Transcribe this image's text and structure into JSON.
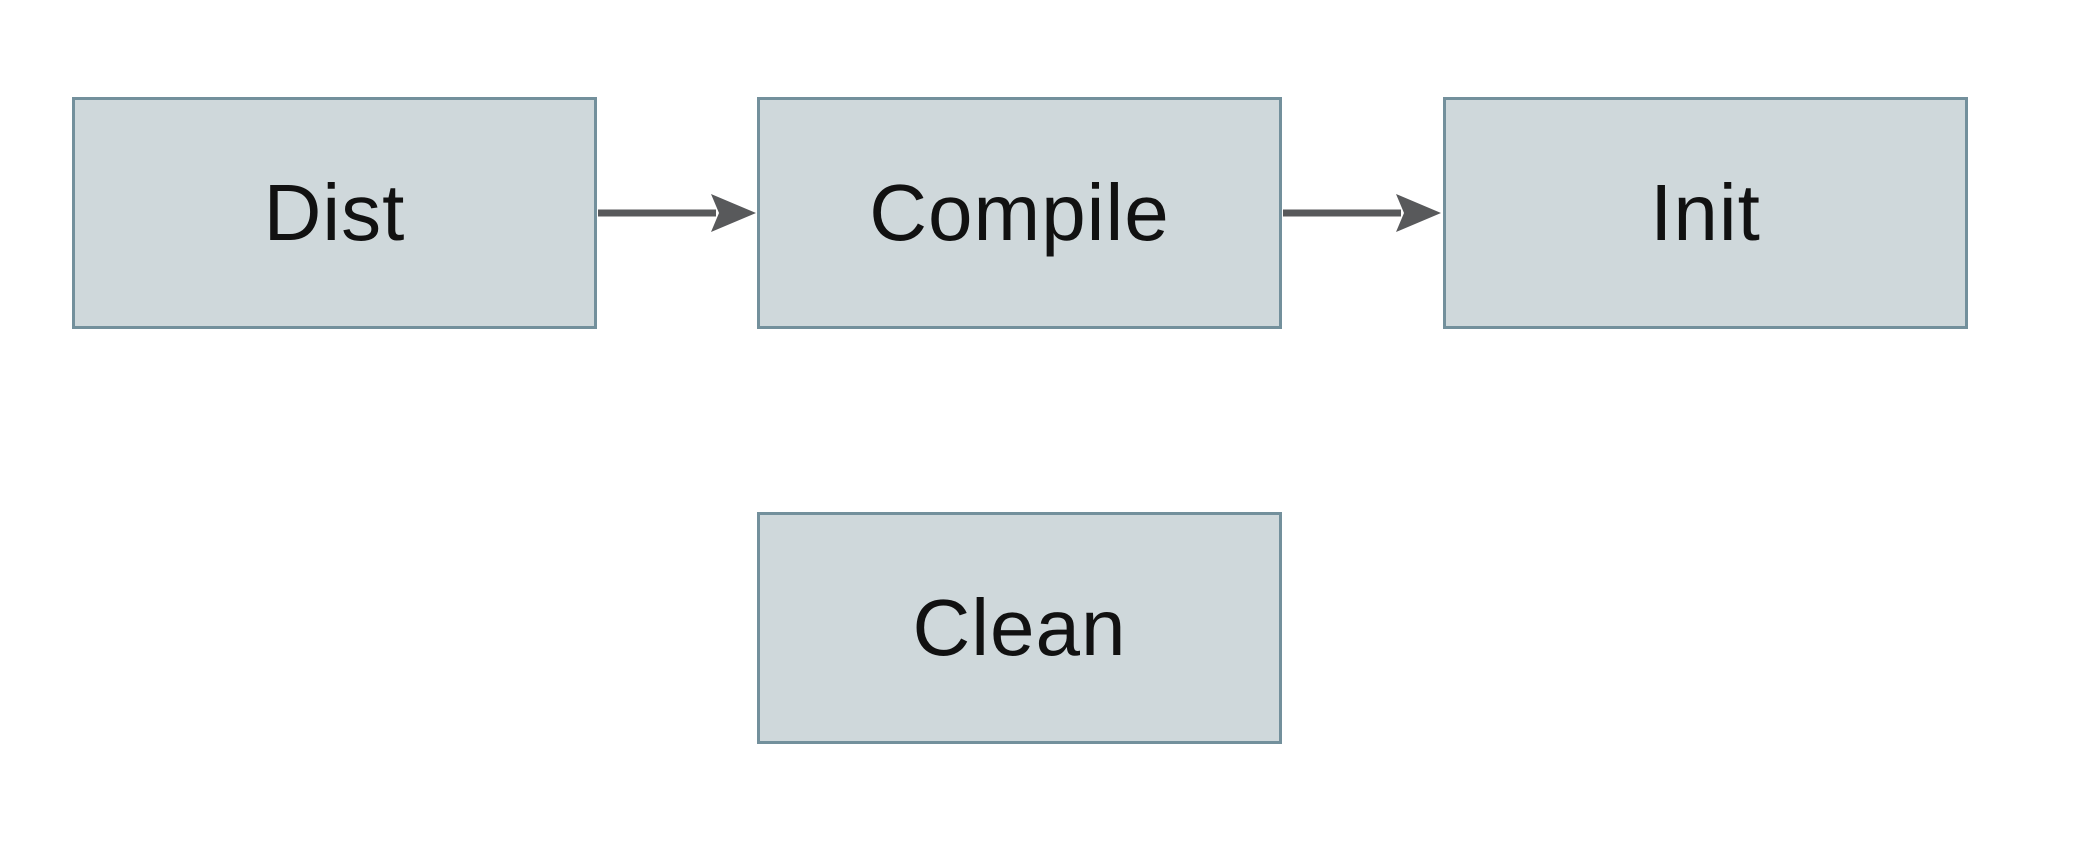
{
  "diagram": {
    "type": "flowchart",
    "colors": {
      "background": "#ffffff",
      "node_fill": "#cfd8db",
      "node_border": "#73909c",
      "arrow": "#58595b",
      "text": "#111111"
    },
    "nodes": [
      {
        "id": "dist",
        "label": "Dist"
      },
      {
        "id": "compile",
        "label": "Compile"
      },
      {
        "id": "init",
        "label": "Init"
      },
      {
        "id": "clean",
        "label": "Clean"
      }
    ],
    "edges": [
      {
        "from": "Dist",
        "to": "Compile",
        "direction": "right",
        "style": "solid-arrow"
      },
      {
        "from": "Compile",
        "to": "Init",
        "direction": "right",
        "style": "solid-arrow"
      }
    ]
  }
}
